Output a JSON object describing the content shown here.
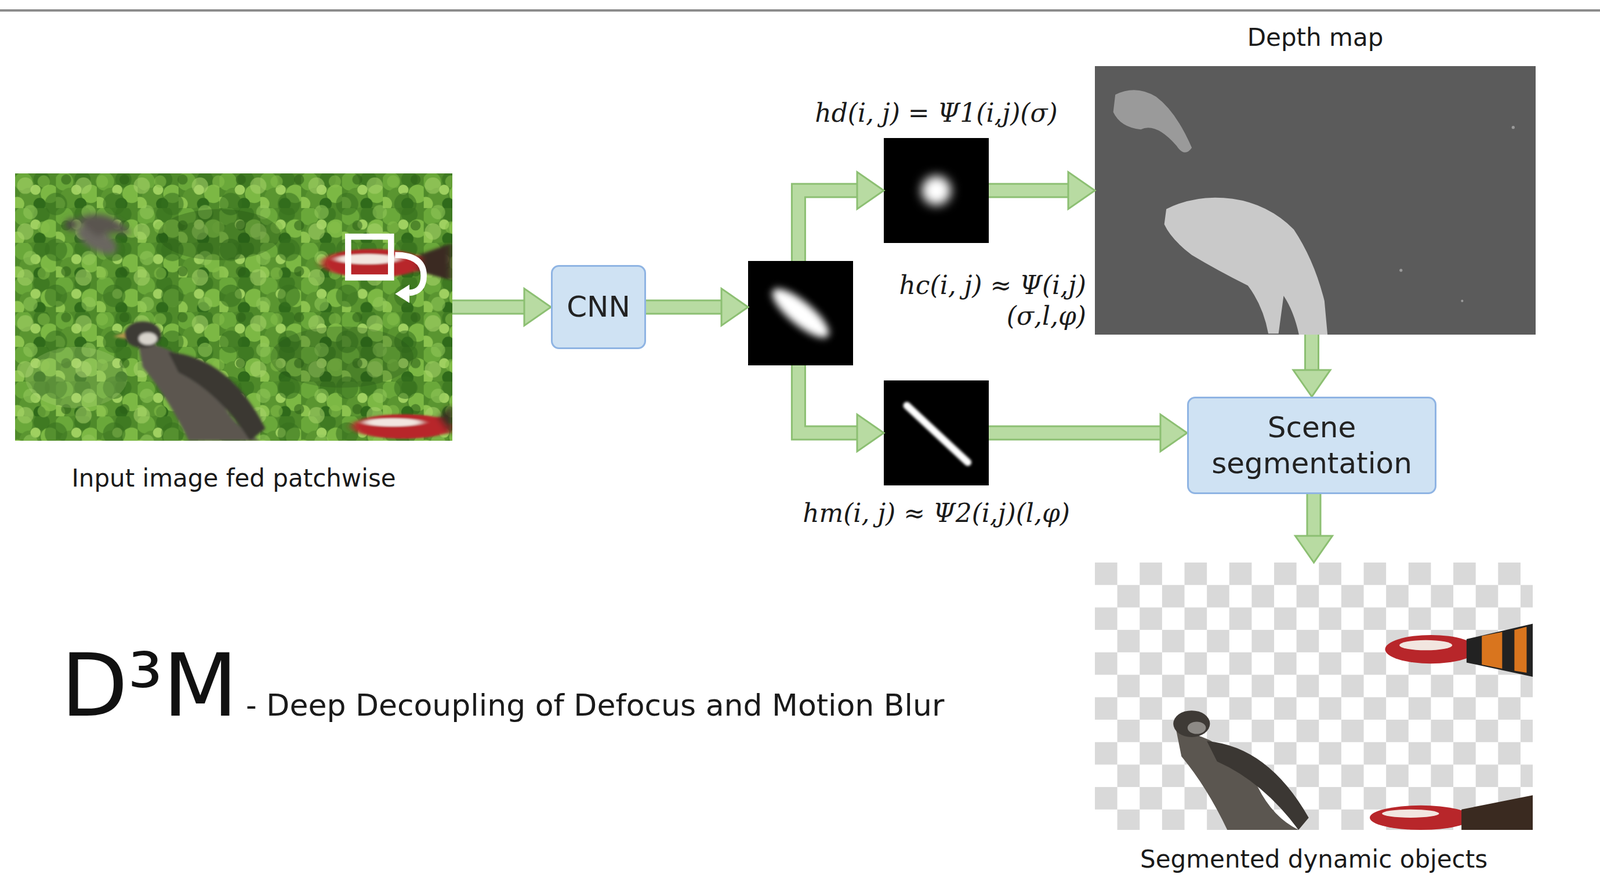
{
  "diagram": {
    "title": "D³M",
    "nodes": [
      {
        "text": [
          "Input image fed patchwise"
        ]
      },
      {
        "text": [
          "CNN"
        ]
      },
      {
        "text": [
          "hc(i, j) ≈ Ψ(i,j)(σ,l,φ)"
        ]
      },
      {
        "text": [
          "hd(i, j) = Ψ1(i,j)(σ)"
        ]
      },
      {
        "text": [
          "hm(i, j) ≈ Ψ2(i,j)(l,φ)"
        ]
      },
      {
        "text": [
          "Depth map"
        ]
      },
      {
        "text": [
          "Scene segmentation"
        ]
      },
      {
        "text": [
          "Segmented dynamic objects"
        ]
      }
    ],
    "edges": [
      {
        "from": 0,
        "to": 1,
        "arrow": "to"
      },
      {
        "from": 1,
        "to": 2,
        "arrow": "to"
      },
      {
        "from": 2,
        "to": 3,
        "arrow": "to"
      },
      {
        "from": 2,
        "to": 4,
        "arrow": "to"
      },
      {
        "from": 3,
        "to": 5,
        "arrow": "to"
      },
      {
        "from": 5,
        "to": 6,
        "arrow": "to"
      },
      {
        "from": 4,
        "to": 6,
        "arrow": "to"
      },
      {
        "from": 6,
        "to": 7,
        "arrow": "to"
      }
    ],
    "labels": [
      "- Deep Decoupling of Defocus and Motion Blur"
    ]
  }
}
